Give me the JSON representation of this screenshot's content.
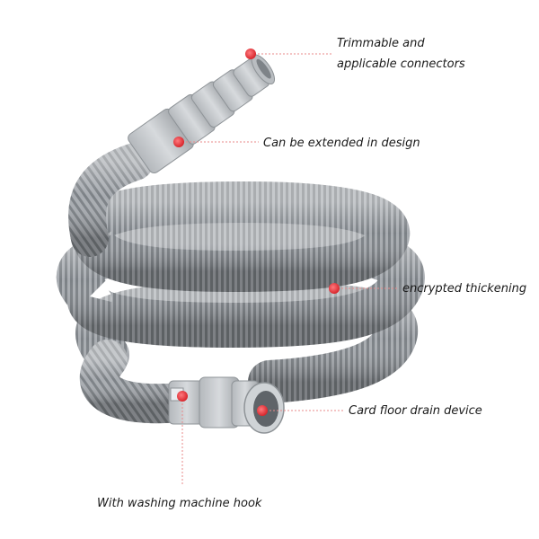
{
  "product": {
    "type": "washing machine drain hose"
  },
  "callouts": {
    "connectors_line1": "Trimmable and",
    "connectors_line2": "applicable connectors",
    "extended": "Can be extended in design",
    "thickening": "encrypted thickening",
    "drain": "Card floor drain device",
    "hook": "With washing machine hook"
  },
  "colors": {
    "background": "#ffffff",
    "hose_gray": "#9ea3a8",
    "hose_dark": "#6f7479",
    "connector_light": "#c9cdd1",
    "marker_red": "#e23a3f",
    "leader_line": "#e88a8a",
    "label_text": "#1a1a1a"
  }
}
